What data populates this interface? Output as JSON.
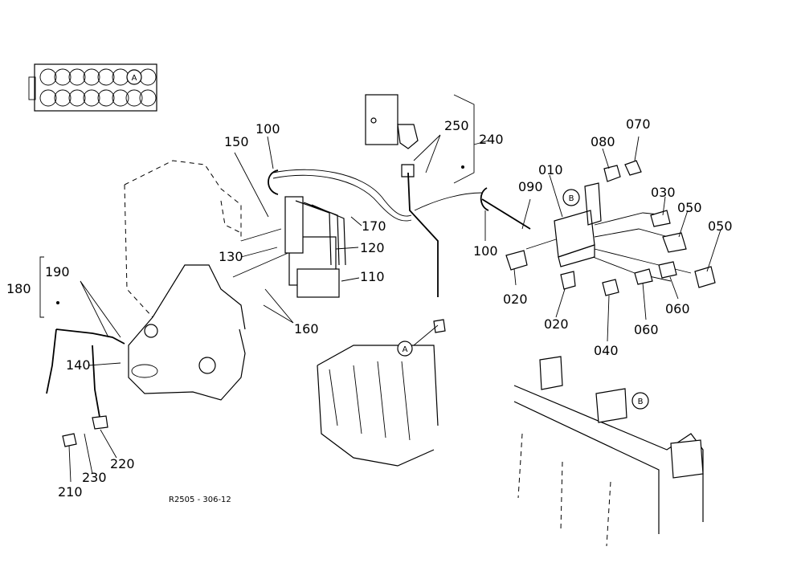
{
  "callouts": {
    "c010": "010",
    "c020a": "020",
    "c020b": "020",
    "c030": "030",
    "c040": "040",
    "c050a": "050",
    "c050b": "050",
    "c060a": "060",
    "c060b": "060",
    "c070": "070",
    "c080": "080",
    "c090": "090",
    "c100a": "100",
    "c100b": "100",
    "c110": "110",
    "c120": "120",
    "c130": "130",
    "c140": "140",
    "c150": "150",
    "c160": "160",
    "c170": "170",
    "c180": "180",
    "c190": "190",
    "c210": "210",
    "c220": "220",
    "c230": "230",
    "c240": "240",
    "c250": "250"
  },
  "markers": {
    "a": "A",
    "b": "B"
  },
  "drawing_code": "R2505 - 306-12"
}
